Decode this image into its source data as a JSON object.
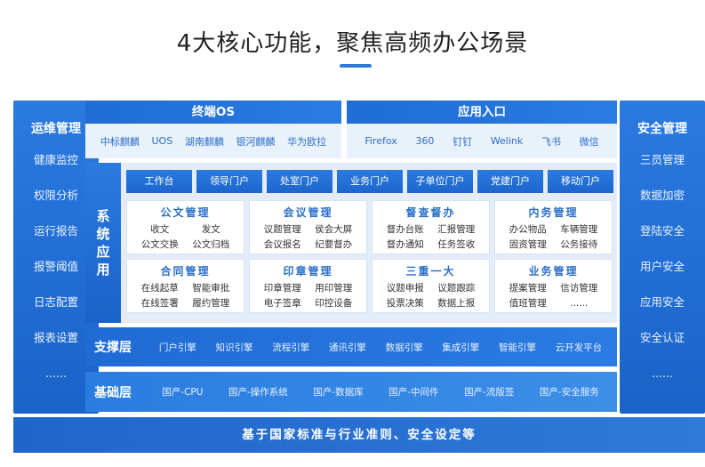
{
  "title": "4大核心功能，聚焦高频办公场景",
  "ops": {
    "title": "运维管理",
    "items": [
      "健康监控",
      "权限分析",
      "运行报告",
      "报警阈值",
      "日志配置",
      "报表设置",
      "......"
    ]
  },
  "security": {
    "title": "安全管理",
    "items": [
      "三员管理",
      "数据加密",
      "登陆安全",
      "用户安全",
      "应用安全",
      "安全认证",
      "......"
    ]
  },
  "terminal": {
    "title": "终端OS",
    "items": [
      "中标麒麟",
      "UOS",
      "湖南麒麟",
      "银河麒麟",
      "华为欧拉"
    ]
  },
  "app_entry": {
    "title": "应用入口",
    "items": [
      "Firefox",
      "360",
      "钉钉",
      "Welink",
      "飞书",
      "微信"
    ]
  },
  "system_apps": {
    "label": [
      "系",
      "统",
      "应",
      "用"
    ],
    "portals": [
      "工作台",
      "领导门户",
      "处室门户",
      "业务门户",
      "子单位门户",
      "党建门户",
      "移动门户"
    ],
    "cards": [
      {
        "title": "公文管理",
        "items": [
          "收文",
          "发文",
          "公文交换",
          "公文归档"
        ]
      },
      {
        "title": "会议管理",
        "items": [
          "议题管理",
          "侯会大屏",
          "会议报名",
          "纪要督办"
        ]
      },
      {
        "title": "督查督办",
        "items": [
          "督办台账",
          "汇报管理",
          "督办通知",
          "任务签收"
        ]
      },
      {
        "title": "内务管理",
        "items": [
          "办公物品",
          "车辆管理",
          "固资管理",
          "公务接待"
        ]
      },
      {
        "title": "合同管理",
        "items": [
          "在线起草",
          "智能审批",
          "在线签署",
          "履约管理"
        ]
      },
      {
        "title": "印章管理",
        "items": [
          "印章管理",
          "用印管理",
          "电子签章",
          "印控设备"
        ]
      },
      {
        "title": "三重一大",
        "items": [
          "议题申报",
          "议题跟踪",
          "投票决策",
          "数据上报"
        ]
      },
      {
        "title": "业务管理",
        "items": [
          "提案管理",
          "信访管理",
          "值班管理",
          "......"
        ]
      }
    ]
  },
  "support_layer": {
    "title": "支撑层",
    "items": [
      "门户引擎",
      "知识引擎",
      "流程引擎",
      "通讯引擎",
      "数据引擎",
      "集成引擎",
      "智能引擎",
      "云开发平台"
    ]
  },
  "base_layer": {
    "title": "基础层",
    "items": [
      "国产-CPU",
      "国产-操作系统",
      "国产-数据库",
      "国产-中间件",
      "国产-流版签",
      "国产-安全服务"
    ]
  },
  "footer": "基于国家标准与行业准则、安全设定等"
}
